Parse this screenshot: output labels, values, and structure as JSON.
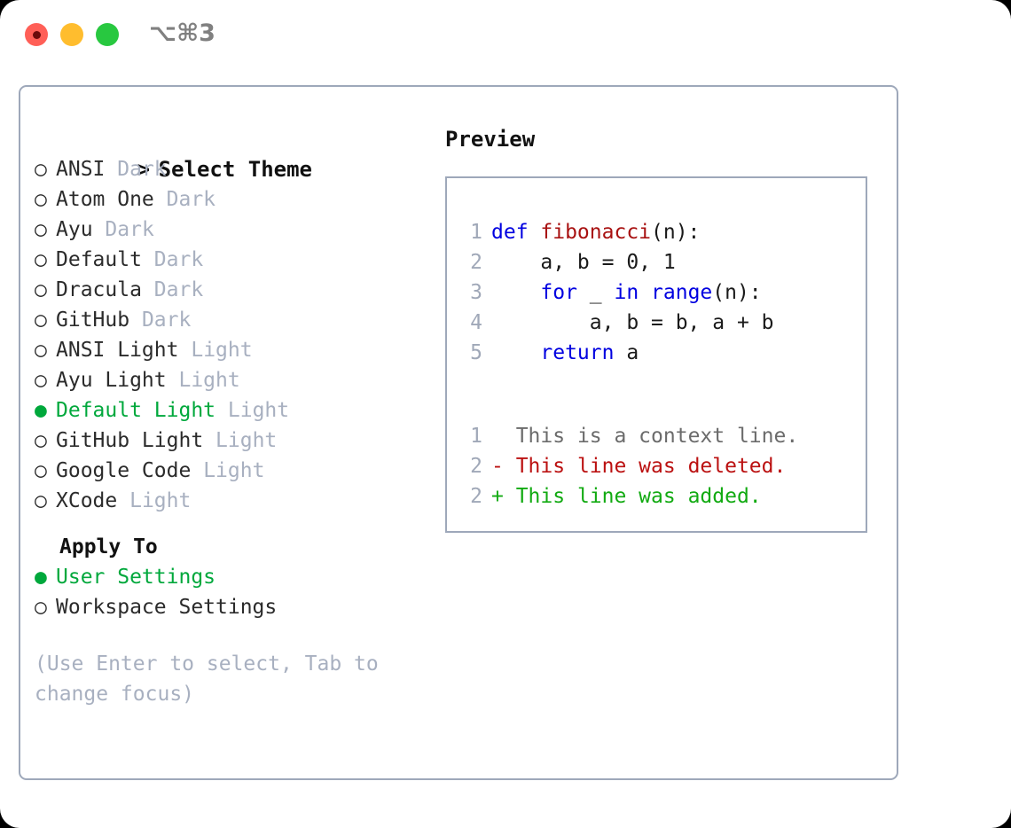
{
  "window": {
    "shortcut": "⌥⌘3",
    "traffic_lights": [
      {
        "name": "close",
        "color": "#ff5f57"
      },
      {
        "name": "minimize",
        "color": "#ffbd2e"
      },
      {
        "name": "maximize",
        "color": "#28c840"
      }
    ]
  },
  "theme_picker": {
    "header": {
      "caret": ">",
      "label": "Select Theme"
    },
    "items": [
      {
        "bullet": "○",
        "label": "ANSI",
        "meta": "Dark",
        "selected": false
      },
      {
        "bullet": "○",
        "label": "Atom One",
        "meta": "Dark",
        "selected": false
      },
      {
        "bullet": "○",
        "label": "Ayu",
        "meta": "Dark",
        "selected": false
      },
      {
        "bullet": "○",
        "label": "Default",
        "meta": "Dark",
        "selected": false
      },
      {
        "bullet": "○",
        "label": "Dracula",
        "meta": "Dark",
        "selected": false
      },
      {
        "bullet": "○",
        "label": "GitHub",
        "meta": "Dark",
        "selected": false
      },
      {
        "bullet": "○",
        "label": "ANSI Light",
        "meta": "Light",
        "selected": false
      },
      {
        "bullet": "○",
        "label": "Ayu Light",
        "meta": "Light",
        "selected": false
      },
      {
        "bullet": "●",
        "label": "Default Light",
        "meta": "Light",
        "selected": true
      },
      {
        "bullet": "○",
        "label": "GitHub Light",
        "meta": "Light",
        "selected": false
      },
      {
        "bullet": "○",
        "label": "Google Code",
        "meta": "Light",
        "selected": false
      },
      {
        "bullet": "○",
        "label": "XCode",
        "meta": "Light",
        "selected": false
      }
    ]
  },
  "apply_to": {
    "title": "Apply To",
    "options": [
      {
        "bullet": "●",
        "label": "User Settings",
        "selected": true
      },
      {
        "bullet": "○",
        "label": "Workspace Settings",
        "selected": false
      }
    ]
  },
  "hint": "(Use Enter to select, Tab to change focus)",
  "preview": {
    "title": "Preview",
    "code_lines": [
      {
        "n": "1",
        "tokens": [
          {
            "t": "def ",
            "c": "kw"
          },
          {
            "t": "fibonacci",
            "c": "fn"
          },
          {
            "t": "(n):",
            "c": "pl"
          }
        ]
      },
      {
        "n": "2",
        "tokens": [
          {
            "t": "    a, b = 0, 1",
            "c": "pl"
          }
        ]
      },
      {
        "n": "3",
        "tokens": [
          {
            "t": "    ",
            "c": "pl"
          },
          {
            "t": "for",
            "c": "kw"
          },
          {
            "t": " _ ",
            "c": "pl"
          },
          {
            "t": "in range",
            "c": "kw"
          },
          {
            "t": "(n):",
            "c": "pl"
          }
        ]
      },
      {
        "n": "4",
        "tokens": [
          {
            "t": "        a, b = b, a + b",
            "c": "pl"
          }
        ]
      },
      {
        "n": "5",
        "tokens": [
          {
            "t": "    ",
            "c": "pl"
          },
          {
            "t": "return",
            "c": "kw"
          },
          {
            "t": " a",
            "c": "pl"
          }
        ]
      }
    ],
    "diff_lines": [
      {
        "n": "1",
        "marker": " ",
        "text": " This is a context line.",
        "kind": "ctx"
      },
      {
        "n": "2",
        "marker": "-",
        "text": " This line was deleted.",
        "kind": "del"
      },
      {
        "n": "2",
        "marker": "+",
        "text": " This line was added.",
        "kind": "add"
      }
    ]
  },
  "colors": {
    "accent_green": "#00a83c",
    "muted": "#a8b0c0",
    "border": "#9ea8ba",
    "keyword_blue": "#0000e0",
    "function_red": "#a81111",
    "diff_add": "#11aa11",
    "diff_del": "#bb1111"
  }
}
